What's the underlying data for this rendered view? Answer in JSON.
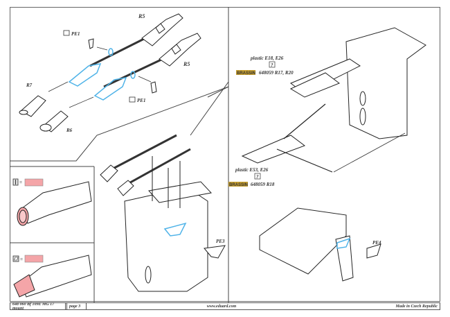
{
  "footer": {
    "kit_title": "648 060  Bf 109E MG 17 mount",
    "page": "page 3",
    "website": "www.eduard.com",
    "origin": "Made in Czech Republic"
  },
  "labels": {
    "r5_top": "R5",
    "r5_bottom": "R5",
    "pe1_top": "PE1",
    "pe1_bottom": "PE1",
    "r7": "R7",
    "r6": "R6",
    "pe3": "PE3",
    "pe4": "PE4"
  },
  "callouts": [
    {
      "plastic": "plastic E18, E26",
      "question_mark": "?",
      "brassin_badge": "BRASSIN",
      "brassin_ref": "648059  R17, R20"
    },
    {
      "plastic": "plastic E53, E26",
      "question_mark": "?",
      "brassin_badge": "BRASSIN",
      "brassin_ref": "648059  R18"
    }
  ],
  "legend": [
    {
      "icon": "hollow-barrel-icon",
      "equals": "=",
      "swatch_color": "#f4a5a8"
    },
    {
      "icon": "solid-barrel-icon",
      "equals": "=",
      "swatch_color": "#f4a5a8"
    }
  ],
  "colors": {
    "photo_etch_highlight": "#4fb3e8",
    "brassin_badge": "#c8a030",
    "swatch": "#f4a5a8",
    "line": "#333333"
  }
}
